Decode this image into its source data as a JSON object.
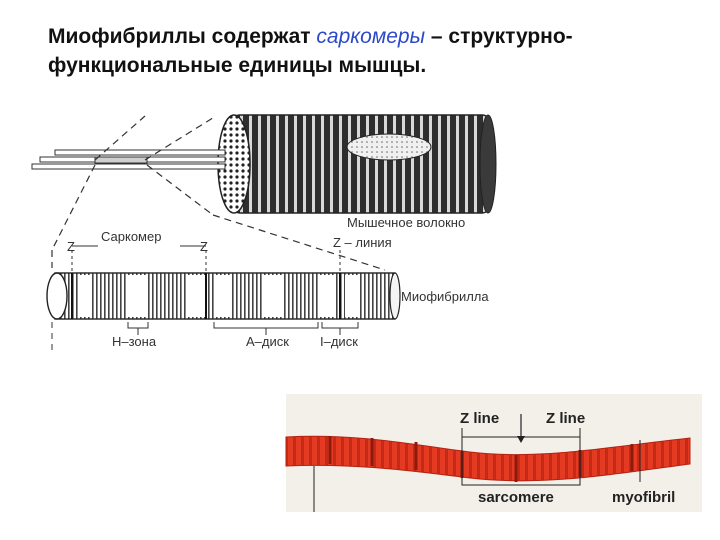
{
  "slide": {
    "title_part1": "Миофибриллы содержат ",
    "title_accent": "саркомеры",
    "title_part2": " – структурно-функциональные единицы мышцы."
  },
  "diagram_top": {
    "labels": {
      "muscle_fiber": "Мышечное волокно",
      "z_line": "Z – линия",
      "sarcomere": "Саркомер",
      "z_left": "Z",
      "z_right": "Z",
      "myofibril": "Миофибрилла",
      "h_zone": "Н–зона",
      "a_disc": "А–диск",
      "i_disc": "I–диск"
    }
  },
  "photo": {
    "labels": {
      "z_line_left": "Z line",
      "z_line_right": "Z line",
      "sarcomere": "sarcomere",
      "myofibril": "myofibril"
    },
    "colors": {
      "fiber": "#e53a22",
      "band": "#9e1f12",
      "background": "#f3f0ea"
    }
  }
}
